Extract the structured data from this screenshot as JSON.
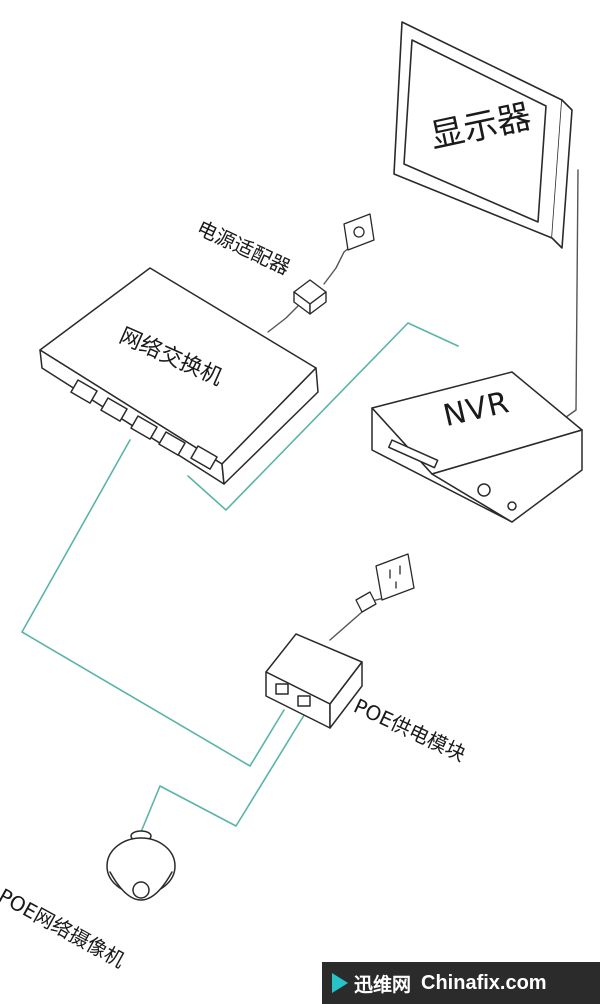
{
  "diagram": {
    "labels": {
      "monitor": "显示器",
      "nvr": "NVR",
      "switch": "网络交换机",
      "power_adapter": "电源适配器",
      "poe_module": "POE供电模块",
      "poe_camera": "POE网络摄像机"
    }
  },
  "watermark": {
    "brand_cn": "迅维网",
    "brand_en": "Chinafix.com"
  },
  "colors": {
    "cable_network": "#5ab4a8",
    "cable_power": "#555555",
    "outline": "#2a2a2a",
    "watermark_bg": "#2b2b2b",
    "watermark_accent": "#26c3c9"
  }
}
